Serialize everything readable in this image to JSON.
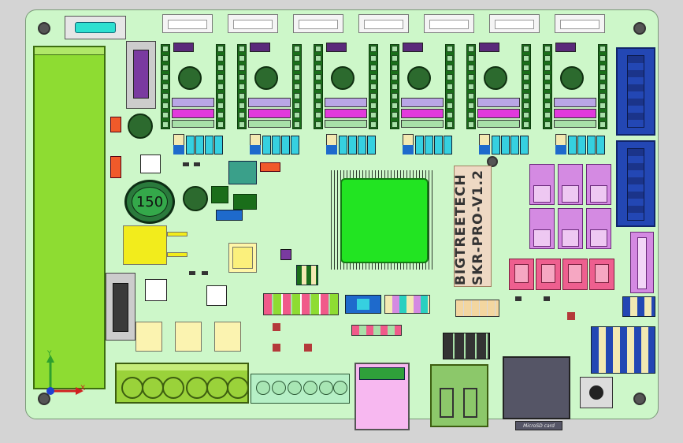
{
  "board": {
    "brand_text": "BIGTREETECH",
    "model_text": "SKR-PRO-V1.2",
    "inductor_text": "150",
    "sd_text": "MicroSD card"
  },
  "axes": {
    "y_label": "Y",
    "x_label": "X"
  },
  "colors": {
    "pcb": "#cdf7c9",
    "mcu": "#22e422",
    "driver_cap": "#2c6a2e",
    "header_blue": "#2347b4",
    "pink_connector": "#ee5f8f",
    "violet_connector": "#d48ae2",
    "screw_terminal": "#9ad23a",
    "usb_b": "#f7b8f0"
  },
  "driver_count": 6
}
